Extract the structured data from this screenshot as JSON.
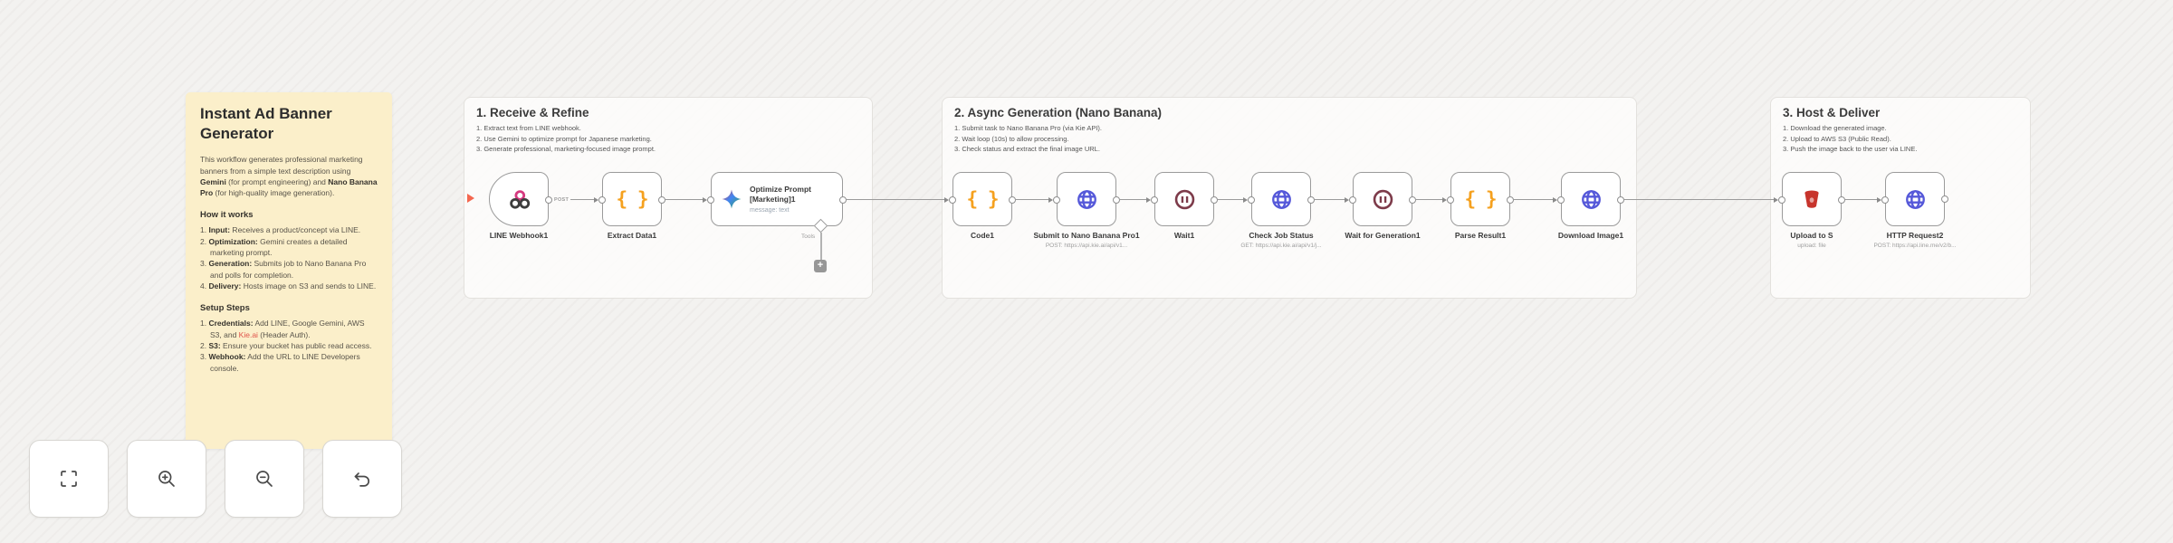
{
  "sticky": {
    "title": "Instant Ad Banner Generator",
    "intro": [
      {
        "t": "This workflow generates professional marketing banners from a simple text description using "
      },
      {
        "t": "Gemini",
        "b": 1
      },
      {
        "t": " (for prompt engineering) and "
      },
      {
        "t": "Nano Banana Pro",
        "b": 1
      },
      {
        "t": " (for high-quality image generation)."
      }
    ],
    "how_heading": "How it works",
    "how_items": [
      [
        {
          "t": "1. "
        },
        {
          "t": "Input:",
          "b": 1
        },
        {
          "t": " Receives a product/concept via LINE."
        }
      ],
      [
        {
          "t": "2. "
        },
        {
          "t": "Optimization:",
          "b": 1
        },
        {
          "t": " Gemini creates a detailed marketing prompt."
        }
      ],
      [
        {
          "t": "3. "
        },
        {
          "t": "Generation:",
          "b": 1
        },
        {
          "t": " Submits job to Nano Banana Pro and polls for completion."
        }
      ],
      [
        {
          "t": "4. "
        },
        {
          "t": "Delivery:",
          "b": 1
        },
        {
          "t": " Hosts image on S3 and sends to LINE."
        }
      ]
    ],
    "setup_heading": "Setup Steps",
    "setup_items": [
      [
        {
          "t": "1. "
        },
        {
          "t": "Credentials:",
          "b": 1
        },
        {
          "t": " Add LINE, Google Gemini, AWS S3, and "
        },
        {
          "t": "Kie.ai",
          "c": "#e0524a"
        },
        {
          "t": " (Header Auth)."
        }
      ],
      [
        {
          "t": "2. "
        },
        {
          "t": "S3:",
          "b": 1
        },
        {
          "t": " Ensure your bucket has public read access."
        }
      ],
      [
        {
          "t": "3. "
        },
        {
          "t": "Webhook:",
          "b": 1
        },
        {
          "t": " Add the URL to LINE Developers console."
        }
      ]
    ]
  },
  "wf": {
    "s1": {
      "title": "1. Receive & Refine",
      "bullets": [
        "1. Extract text from LINE webhook.",
        "2. Use Gemini to optimize prompt for Japanese marketing.",
        "3. Generate professional, marketing-focused image prompt."
      ],
      "conn_post_label": "POST",
      "nodes": {
        "webhook": {
          "label": "LINE Webhook1"
        },
        "extract": {
          "label": "Extract Data1"
        },
        "gemini": {
          "label_line1": "Optimize Prompt",
          "label_line2": "[Marketing]1",
          "sub": "message: text",
          "tools_label": "Tools"
        }
      }
    },
    "s2": {
      "title": "2. Async Generation (Nano Banana)",
      "bullets": [
        "1. Submit task to Nano Banana Pro (via Kie API).",
        "2. Wait loop (10s) to allow processing.",
        "3. Check status and extract the final image URL."
      ],
      "nodes": {
        "code": {
          "label": "Code1"
        },
        "submit": {
          "label": "Submit to Nano Banana Pro1",
          "sub": "POST: https://api.kie.ai/api/v1..."
        },
        "wait1": {
          "label": "Wait1"
        },
        "check": {
          "label": "Check Job Status",
          "sub": "GET: https://api.kie.ai/api/v1/j..."
        },
        "waitgen": {
          "label": "Wait for Generation1"
        },
        "parse": {
          "label": "Parse Result1"
        },
        "download": {
          "label": "Download Image1"
        }
      }
    },
    "s3": {
      "title": "3. Host & Deliver",
      "bullets": [
        "1. Download the generated image.",
        "2. Upload to AWS S3 (Public Read).",
        "3. Push the image back to the user via LINE."
      ],
      "nodes": {
        "upload": {
          "label": "Upload to S",
          "sub": "upload: file"
        },
        "http2": {
          "label": "HTTP Request2",
          "sub": "POST: https://api.line.me/v2/b..."
        }
      }
    }
  },
  "controls": {
    "zoom_to_fit": "zoom-to-fit",
    "zoom_in": "zoom-in",
    "zoom_out": "zoom-out",
    "undo": "undo"
  },
  "colors": {
    "sticky_bg": "#fbefca",
    "link_red": "#e0524a",
    "braces_orange": "#f5a11f",
    "globe_blue": "#5558d9",
    "wait_maroon": "#7d3b4a",
    "s3_red": "#c7342c",
    "webhook_pink": "#d5397f",
    "wire_gray": "#9b9b9b"
  }
}
